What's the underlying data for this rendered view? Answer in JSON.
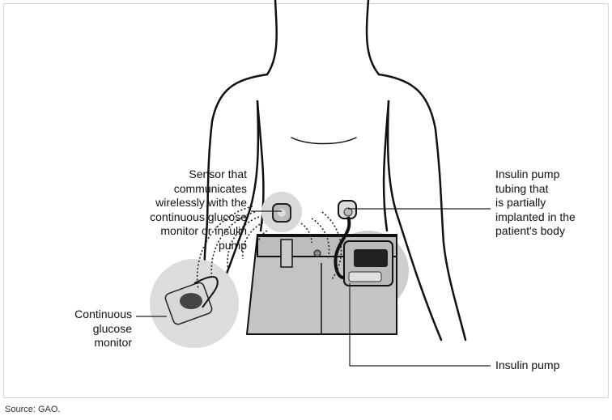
{
  "labels": {
    "sensor": [
      "Sensor that",
      "communicates",
      "wirelessly with the",
      "continuous glucose",
      "monitor or insulin",
      "pump"
    ],
    "cgm": [
      "Continuous",
      "glucose",
      "monitor"
    ],
    "tubing": [
      "Insulin pump",
      "tubing that",
      "is partially",
      "implanted in the",
      "patient's body"
    ],
    "pump": [
      "Insulin pump"
    ]
  },
  "source": "Source: GAO."
}
